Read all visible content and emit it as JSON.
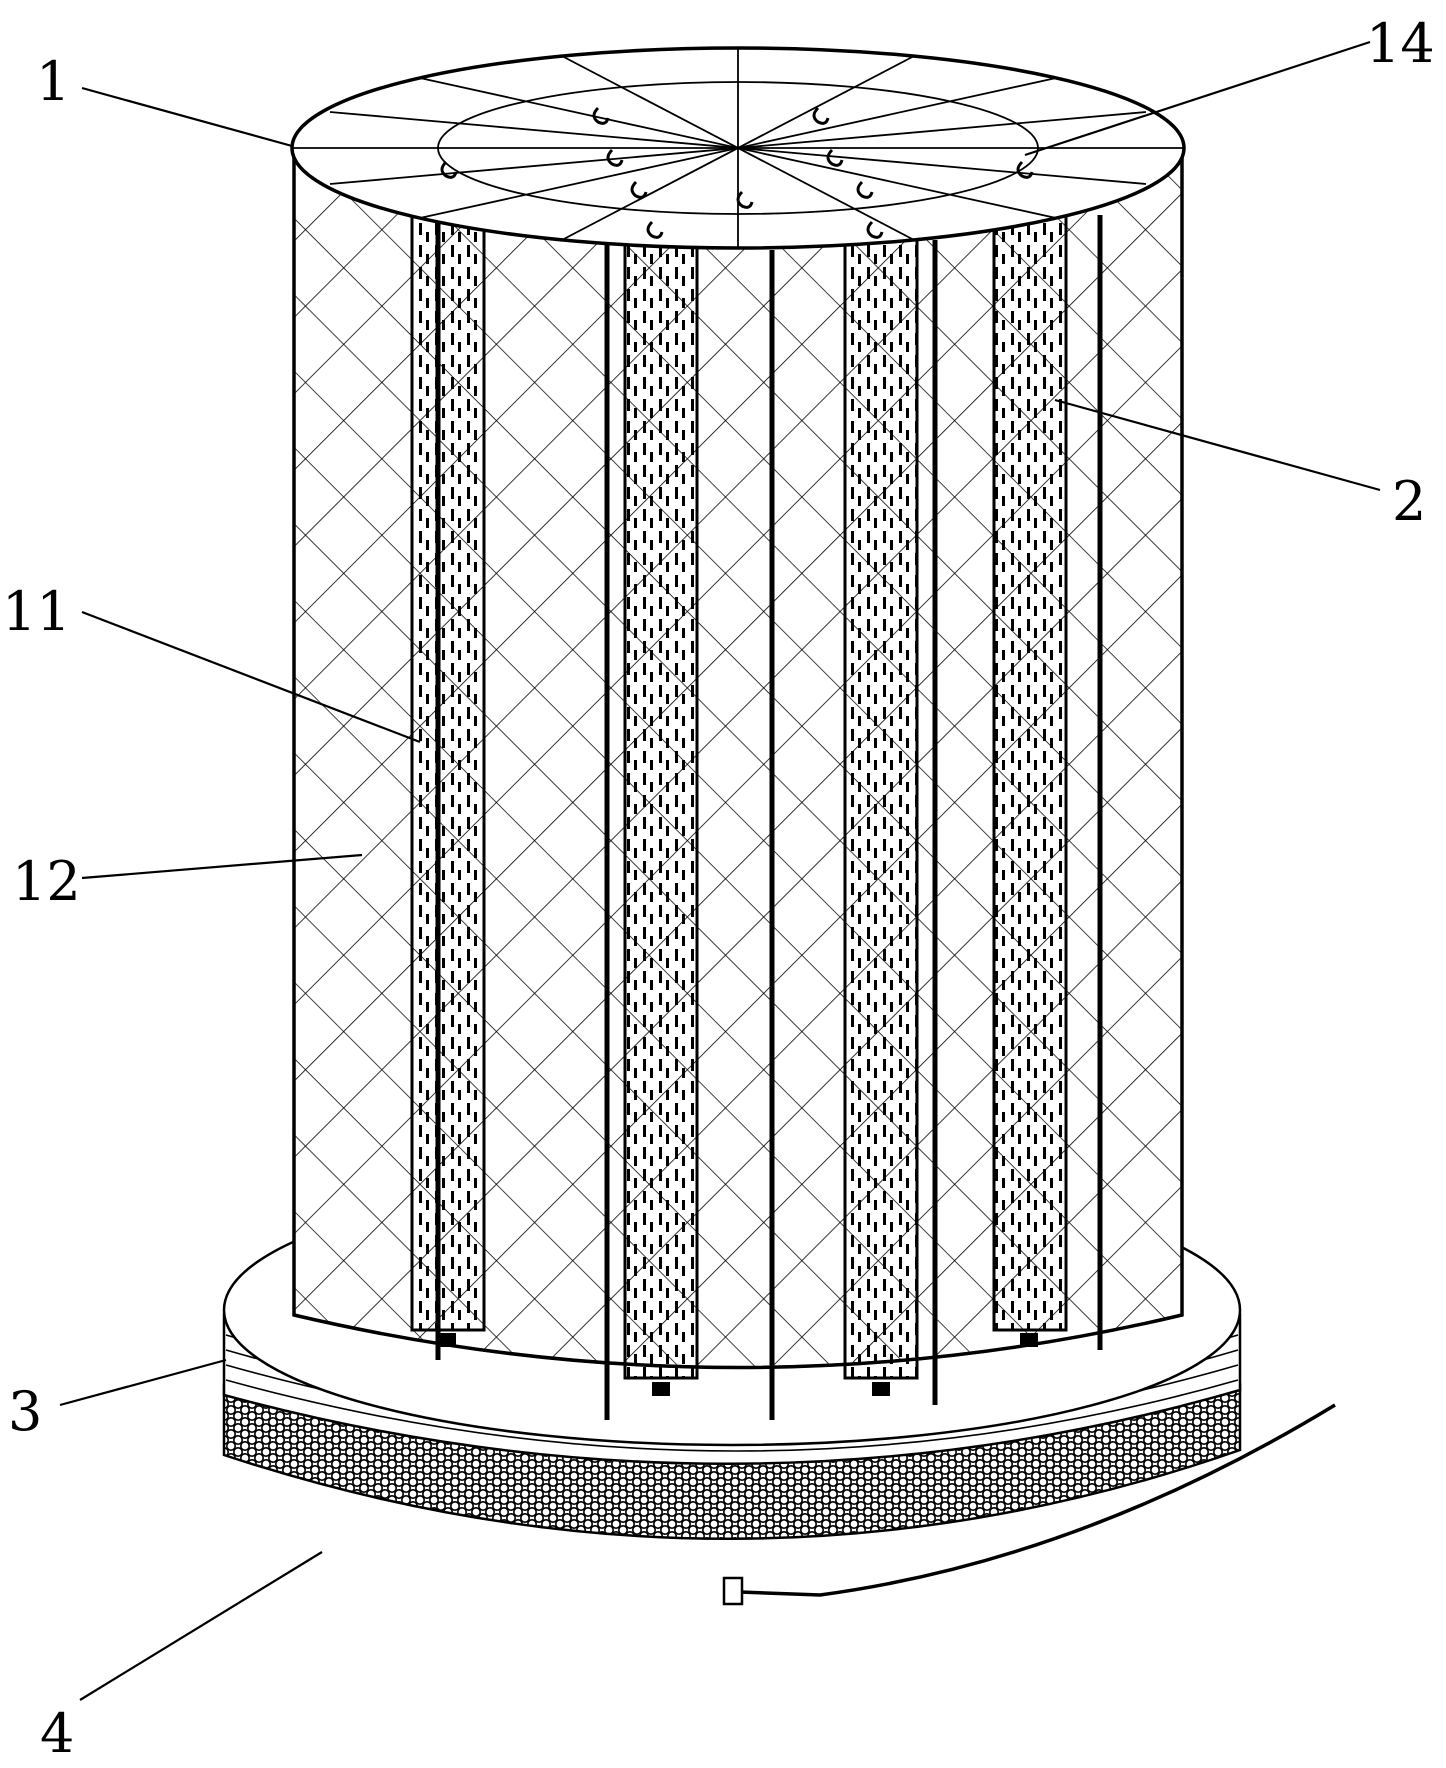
{
  "diagram": {
    "type": "patent-drawing",
    "subject": "cylindrical mesh cage with perforated tubes on a ring base",
    "line_color": "#000000",
    "background": "#ffffff",
    "labels": [
      {
        "id": "label-1",
        "text": "1"
      },
      {
        "id": "label-14",
        "text": "14"
      },
      {
        "id": "label-2",
        "text": "2"
      },
      {
        "id": "label-11",
        "text": "11"
      },
      {
        "id": "label-12",
        "text": "12"
      },
      {
        "id": "label-3",
        "text": "3"
      },
      {
        "id": "label-4",
        "text": "4"
      }
    ]
  }
}
